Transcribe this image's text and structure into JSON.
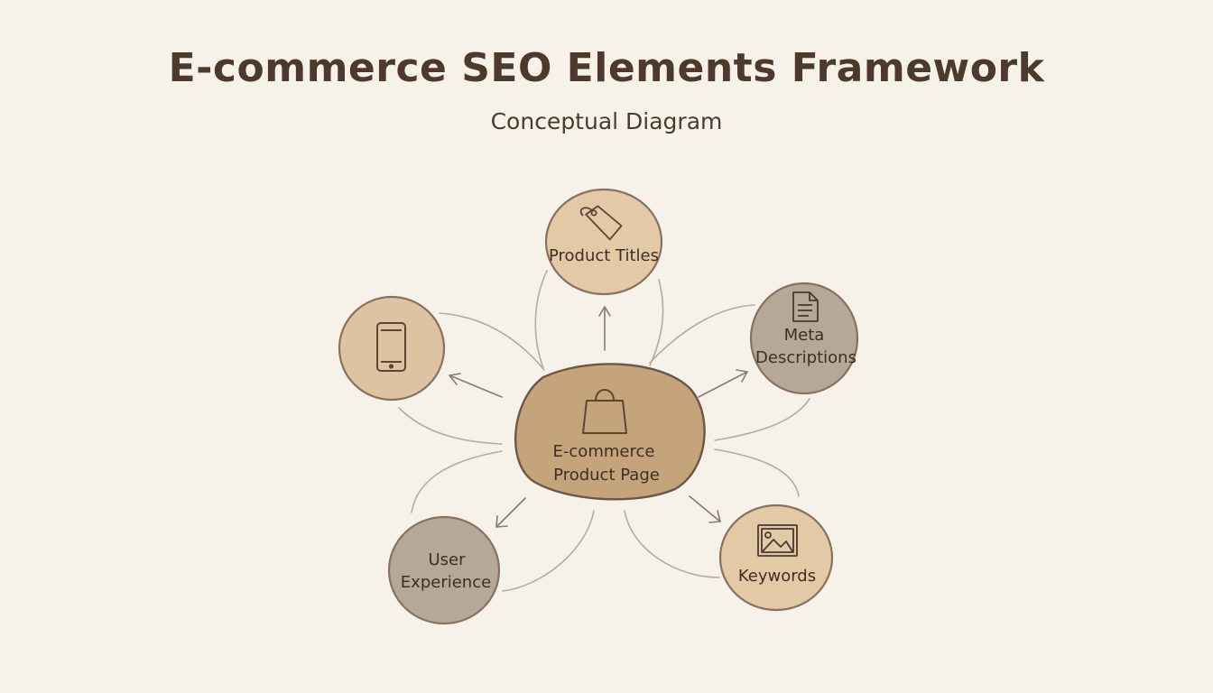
{
  "header": {
    "title": "E-commerce SEO Elements Framework",
    "subtitle": "Conceptual Diagram"
  },
  "center": {
    "label_line1": "E-commerce",
    "label_line2": "Product Page",
    "icon": "shopping-bag-icon",
    "color": "#c6a47b"
  },
  "nodes": {
    "product_titles": {
      "label": "Product Titles",
      "icon": "tag-icon",
      "color": "#e3c9a6"
    },
    "meta_descriptions": {
      "label_line1": "Meta",
      "label_line2": "Descriptions",
      "icon": "document-icon",
      "color": "#b4a896"
    },
    "keywords": {
      "label": "Keywords",
      "icon": "image-icon",
      "color": "#e3c9a6"
    },
    "user_experience": {
      "label_line1": "User",
      "label_line2": "Experience",
      "color": "#b4a896"
    },
    "mobile": {
      "icon": "smartphone-icon",
      "color": "#ddc3a1"
    }
  },
  "colors": {
    "background": "#f6f2ea",
    "ink": "#4e3a2c",
    "stroke": "#8a7060",
    "line": "#b8aa9c"
  }
}
